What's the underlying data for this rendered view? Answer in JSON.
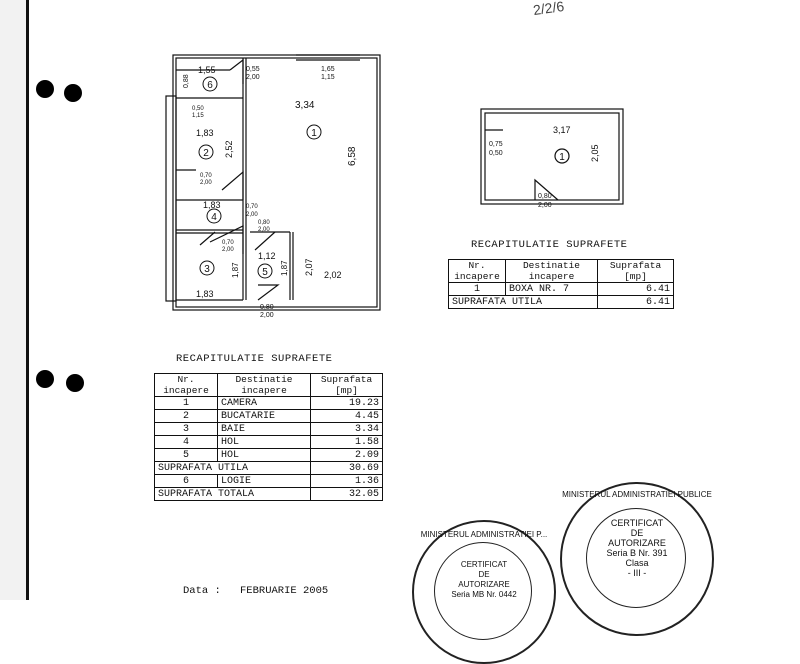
{
  "header": {
    "scrawl": "2/2/6"
  },
  "plan_main": {
    "room_numbers": [
      "1",
      "2",
      "3",
      "4",
      "5",
      "6"
    ],
    "labels": [
      "1,55",
      "0,88",
      "0,55",
      "2,00",
      "1,65",
      "1,15",
      "3,34",
      "6,58",
      "0,50",
      "1,15",
      "1,83",
      "2,52",
      "0,70",
      "2,00",
      "1,83",
      "0,70",
      "2,00",
      "0,80",
      "2,00",
      "0,70",
      "2,00",
      "1,12",
      "1,87",
      "2,07",
      "2,02",
      "1,87",
      "1,83",
      "0,80",
      "2,00"
    ]
  },
  "plan_box": {
    "room_number": "1",
    "labels": [
      "3,17",
      "0,75",
      "0,50",
      "2,05",
      "0,80",
      "2,00"
    ]
  },
  "table_box": {
    "title": "RECAPITULATIE  SUPRAFETE",
    "headers": [
      "Nr.\nincapere",
      "Destinatie\nincapere",
      "Suprafata\n[mp]"
    ],
    "rows": [
      {
        "nr": "1",
        "dest": "BOXA NR. 7",
        "sup": "6.41"
      }
    ],
    "total_label": "SUPRAFATA UTILA",
    "total_value": "6.41"
  },
  "table_main": {
    "title": "RECAPITULATIE  SUPRAFETE",
    "headers": [
      "Nr.\nincapere",
      "Destinatie\nincapere",
      "Suprafata\n[mp]"
    ],
    "rows": [
      {
        "nr": "1",
        "dest": "CAMERA",
        "sup": "19.23"
      },
      {
        "nr": "2",
        "dest": "BUCATARIE",
        "sup": "4.45"
      },
      {
        "nr": "3",
        "dest": "BAIE",
        "sup": "3.34"
      },
      {
        "nr": "4",
        "dest": "HOL",
        "sup": "1.58"
      },
      {
        "nr": "5",
        "dest": "HOL",
        "sup": "2.09"
      }
    ],
    "utila_label": "SUPRAFATA UTILA",
    "utila_value": "30.69",
    "logie_nr": "6",
    "logie_dest": "LOGIE",
    "logie_value": "1.36",
    "totala_label": "SUPRAFATA TOTALA",
    "totala_value": "32.05"
  },
  "footer": {
    "date_label": "Data :",
    "date_value": "FEBRUARIE 2005"
  },
  "stamp_left": {
    "ring": "MINISTERUL ADMINISTRATIEI P...",
    "lines": [
      "CERTIFICAT",
      "DE",
      "AUTORIZARE",
      "Seria MB Nr. 0442"
    ]
  },
  "stamp_right": {
    "ring": "MINISTERUL ADMINISTRATIEI PUBLICE",
    "lines": [
      "CERTIFICAT",
      "DE",
      "AUTORIZARE",
      "Seria B Nr. 391",
      "Clasa",
      "- III -"
    ]
  }
}
